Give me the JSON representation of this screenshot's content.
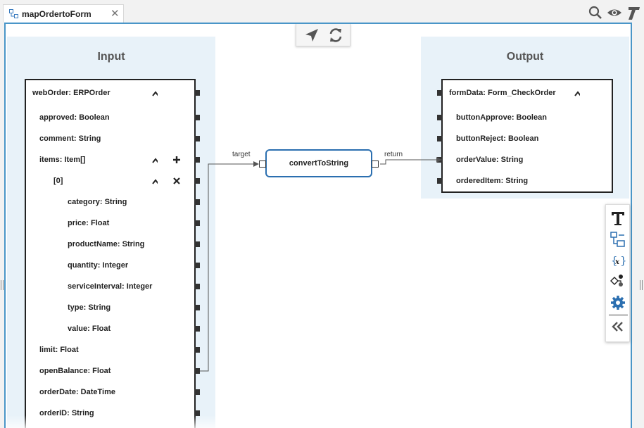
{
  "tab": {
    "title": "mapOrdertoForm",
    "close": "✕"
  },
  "icons": [
    "search-icon",
    "eye-icon",
    "text-italic-icon",
    "navigate-icon",
    "refresh-icon"
  ],
  "input": {
    "title": "Input",
    "rows": [
      "webOrder: ERPOrder",
      "approved: Boolean",
      "comment: String",
      "items: Item[]",
      "[0]",
      "category: String",
      "price: Float",
      "productName: String",
      "quantity: Integer",
      "serviceInterval: Integer",
      "type: String",
      "value: Float",
      "limit: Float",
      "openBalance: Float",
      "orderDate: DateTime",
      "orderID: String"
    ]
  },
  "output": {
    "title": "Output",
    "rows": [
      "formData: Form_CheckOrder",
      "buttonApprove: Boolean",
      "buttonReject: Boolean",
      "orderValue: String",
      "orderedItem: String"
    ]
  },
  "function": {
    "name": "convertToString",
    "in_label": "target",
    "out_label": "return"
  },
  "palette": [
    "text-icon",
    "structure-icon",
    "variable-icon",
    "condition-icon",
    "settings-icon",
    "collapse-icon"
  ],
  "colors": {
    "accent": "#2b6fb0",
    "panel_bg": "#e8f2f9",
    "canvas_border": "#4a96c8"
  }
}
